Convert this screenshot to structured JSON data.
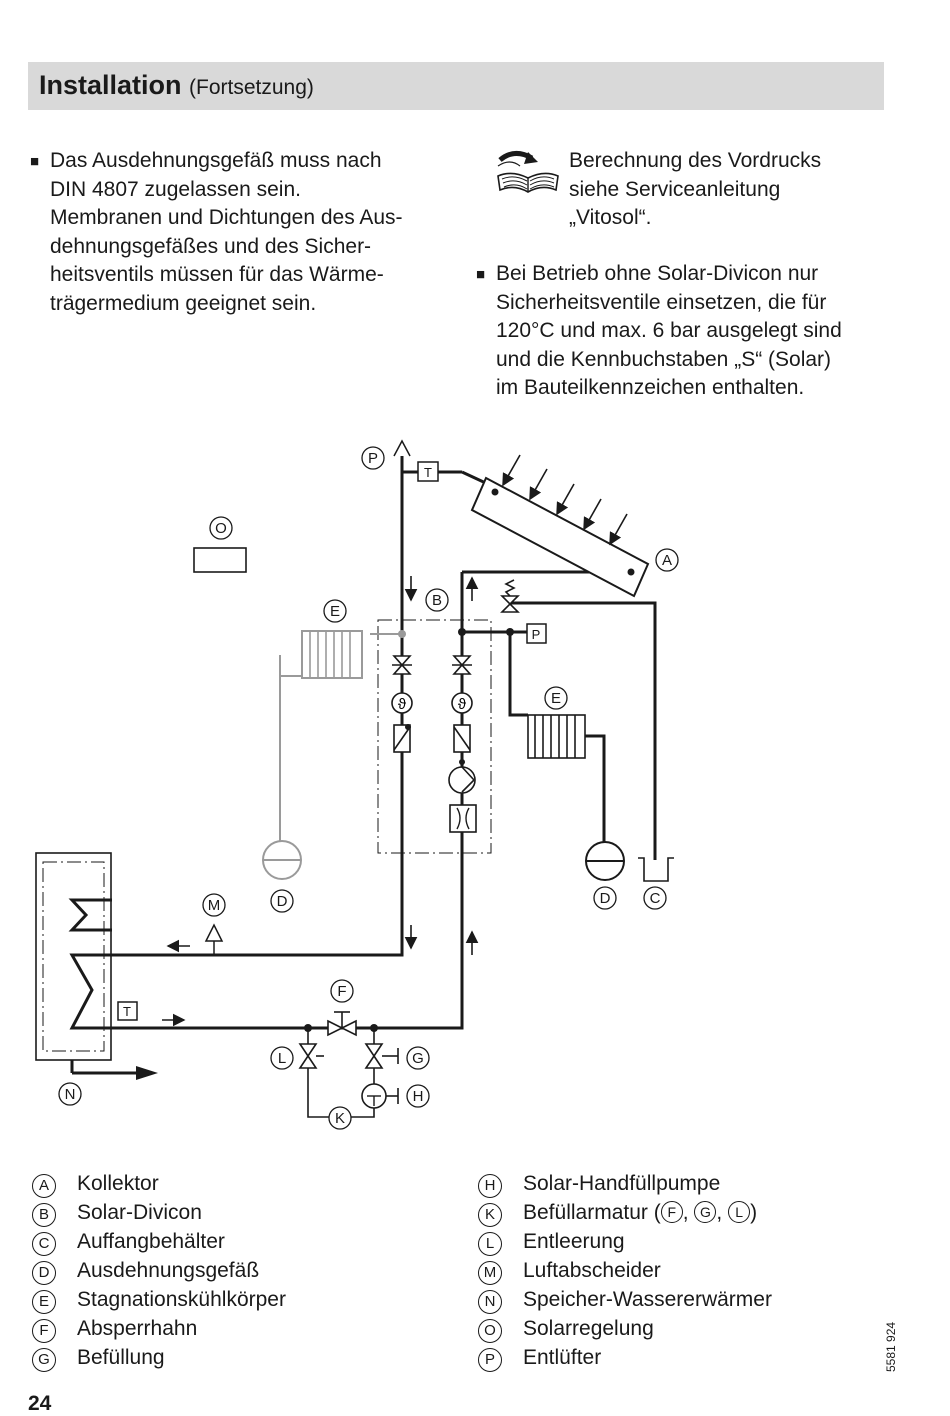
{
  "header": {
    "title": "Installation",
    "subtitle": "(Fortsetzung)"
  },
  "left_column": {
    "lines": [
      "Das Ausdehnungsgefäß muss nach",
      "DIN 4807 zugelassen sein.",
      "Membranen und Dichtungen des Aus-",
      "dehnungsgefäßes und des Sicher-",
      "heitsventils müssen für das Wärme-",
      "trägermedium geeignet sein."
    ]
  },
  "right_column": {
    "note_lines": [
      "Berechnung des Vordrucks",
      "siehe Serviceanleitung",
      "„Vitosol“."
    ],
    "bullet_lines": [
      "Bei Betrieb ohne Solar-Divicon nur",
      "Sicherheitsventile einsetzen, die für",
      "120°C und max. 6 bar ausgelegt sind",
      "und die Kennbuchstaben „S“ (Solar)",
      "im Bauteilkennzeichen enthalten."
    ]
  },
  "diagram_labels": {
    "A": "A",
    "B": "B",
    "C": "C",
    "D": "D",
    "E": "E",
    "F": "F",
    "G": "G",
    "H": "H",
    "K": "K",
    "L": "L",
    "M": "M",
    "N": "N",
    "O": "O",
    "P": "P",
    "T": "T",
    "theta": "ϑ"
  },
  "legend": {
    "left": [
      {
        "letter": "A",
        "text": "Kollektor"
      },
      {
        "letter": "B",
        "text": "Solar-Divicon"
      },
      {
        "letter": "C",
        "text": "Auffangbehälter"
      },
      {
        "letter": "D",
        "text": "Ausdehnungsgefäß"
      },
      {
        "letter": "E",
        "text": "Stagnationskühlkörper"
      },
      {
        "letter": "F",
        "text": "Absperrhahn"
      },
      {
        "letter": "G",
        "text": "Befüllung"
      }
    ],
    "right": [
      {
        "letter": "H",
        "text": "Solar-Handfüllpumpe"
      },
      {
        "letter": "K",
        "text": "Befüllarmatur ("
      },
      {
        "letter": "L",
        "text": "Entleerung"
      },
      {
        "letter": "M",
        "text": "Luftabscheider"
      },
      {
        "letter": "N",
        "text": "Speicher-Wassererwärmer"
      },
      {
        "letter": "O",
        "text": "Solarregelung"
      },
      {
        "letter": "P",
        "text": "Entlüfter"
      }
    ],
    "k_refs": [
      "F",
      "G",
      "L"
    ],
    "k_sep": ",",
    "k_close": ")"
  },
  "footer": {
    "page_number": "24",
    "doc_number": "5581 924"
  },
  "bullet_glyph": "■"
}
